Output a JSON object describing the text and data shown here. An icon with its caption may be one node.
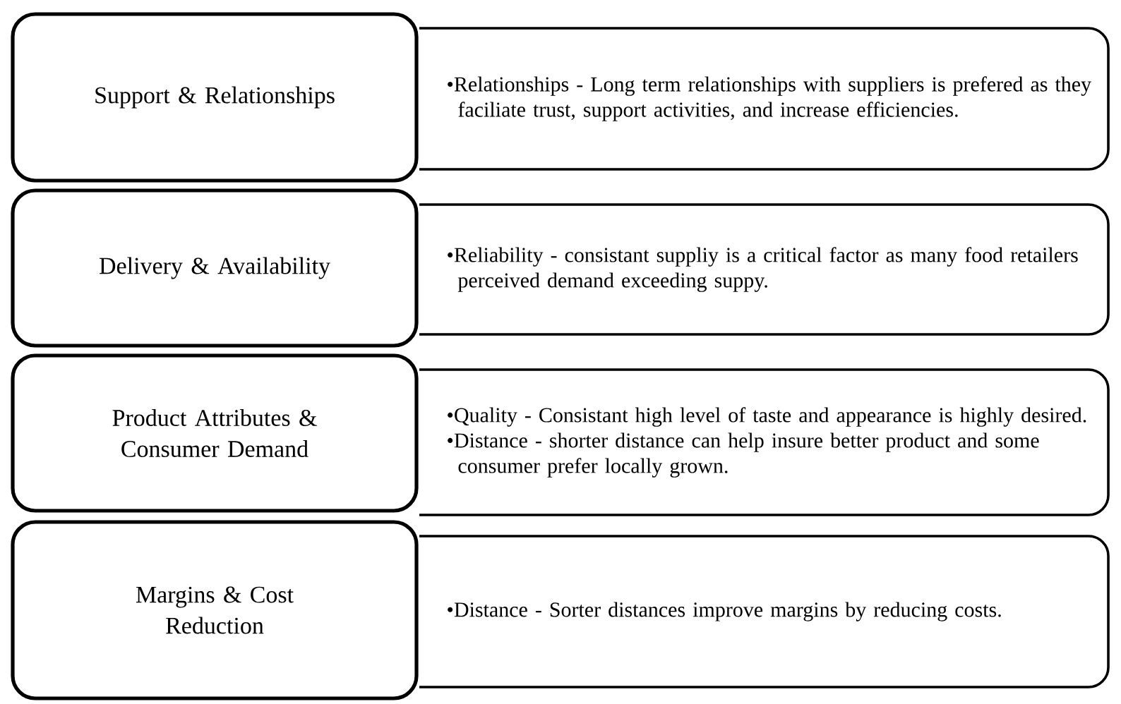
{
  "diagram": {
    "nodes": [
      {
        "text": [
          "Support & Relationships"
        ]
      },
      {
        "text": [
          "•Relationships - Long term relationships with suppliers is prefered as they faciliate trust, support activities, and increase efficiencies."
        ]
      },
      {
        "text": [
          "Delivery & Availability"
        ]
      },
      {
        "text": [
          "•Reliability - consistant suppliy is a critical factor as many food retailers perceived demand exceeding suppy."
        ]
      },
      {
        "text": [
          "Product Attributes & Consumer Demand"
        ]
      },
      {
        "text": [
          "•Quality - Consistant high level of taste and appearance is highly desired.",
          "•Distance - shorter distance can help insure better product and some consumer prefer locally grown."
        ]
      },
      {
        "text": [
          "Margins & Cost Reduction"
        ]
      },
      {
        "text": [
          "•Distance - Sorter distances improve margins by reducing costs."
        ]
      }
    ]
  }
}
